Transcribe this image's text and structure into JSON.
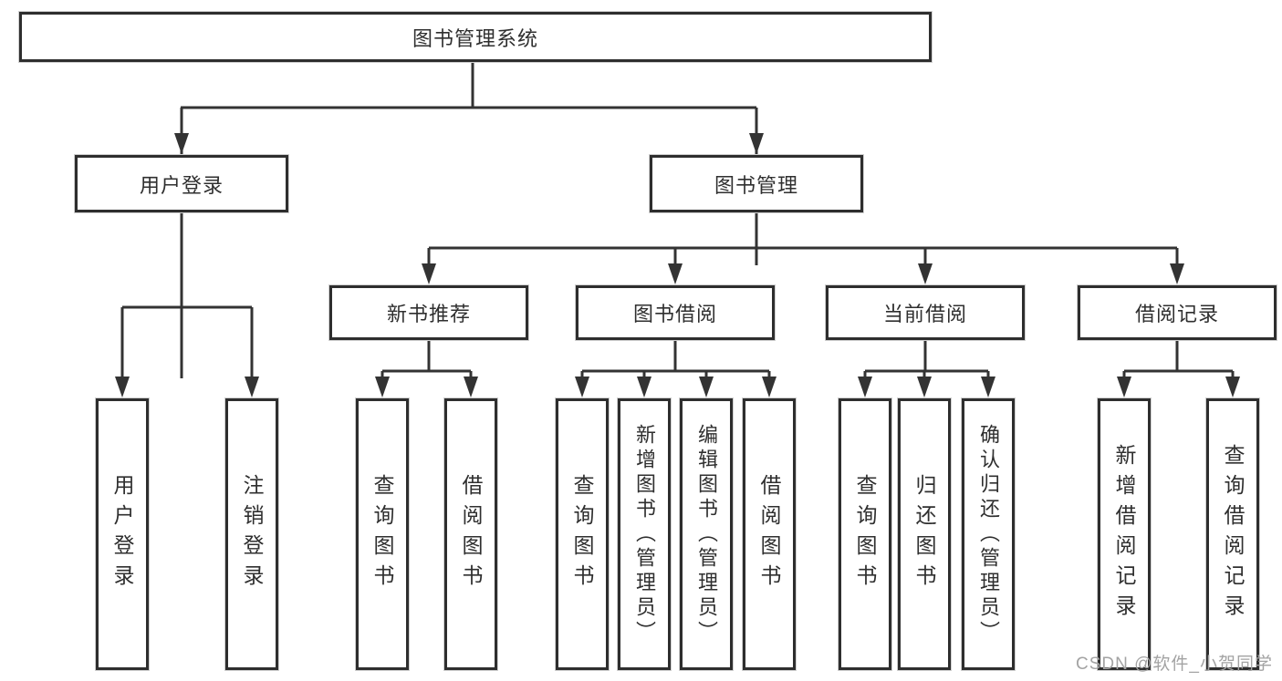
{
  "diagram": {
    "root": {
      "label": "图书管理系统"
    },
    "level2": [
      {
        "label": "用户登录"
      },
      {
        "label": "图书管理"
      }
    ],
    "level3": [
      {
        "label": "新书推荐"
      },
      {
        "label": "图书借阅"
      },
      {
        "label": "当前借阅"
      },
      {
        "label": "借阅记录"
      }
    ],
    "leaves": [
      {
        "label": "用户登录"
      },
      {
        "label": "注销登录"
      },
      {
        "label": "查询图书"
      },
      {
        "label": "借阅图书"
      },
      {
        "label": "查询图书"
      },
      {
        "label": "新增图书（管理员）"
      },
      {
        "label": "编辑图书（管理员）"
      },
      {
        "label": "借阅图书"
      },
      {
        "label": "查询图书"
      },
      {
        "label": "归还图书"
      },
      {
        "label": "确认归还（管理员）"
      },
      {
        "label": "新增借阅记录"
      },
      {
        "label": "查询借阅记录"
      }
    ]
  },
  "watermark": {
    "text": "CSDN @软件_小贺同学"
  },
  "colors": {
    "line": "#333333",
    "box_border": "#2e2e2e",
    "background": "#ffffff",
    "text": "#2f2f2f",
    "watermark": "#a3a3a3"
  }
}
